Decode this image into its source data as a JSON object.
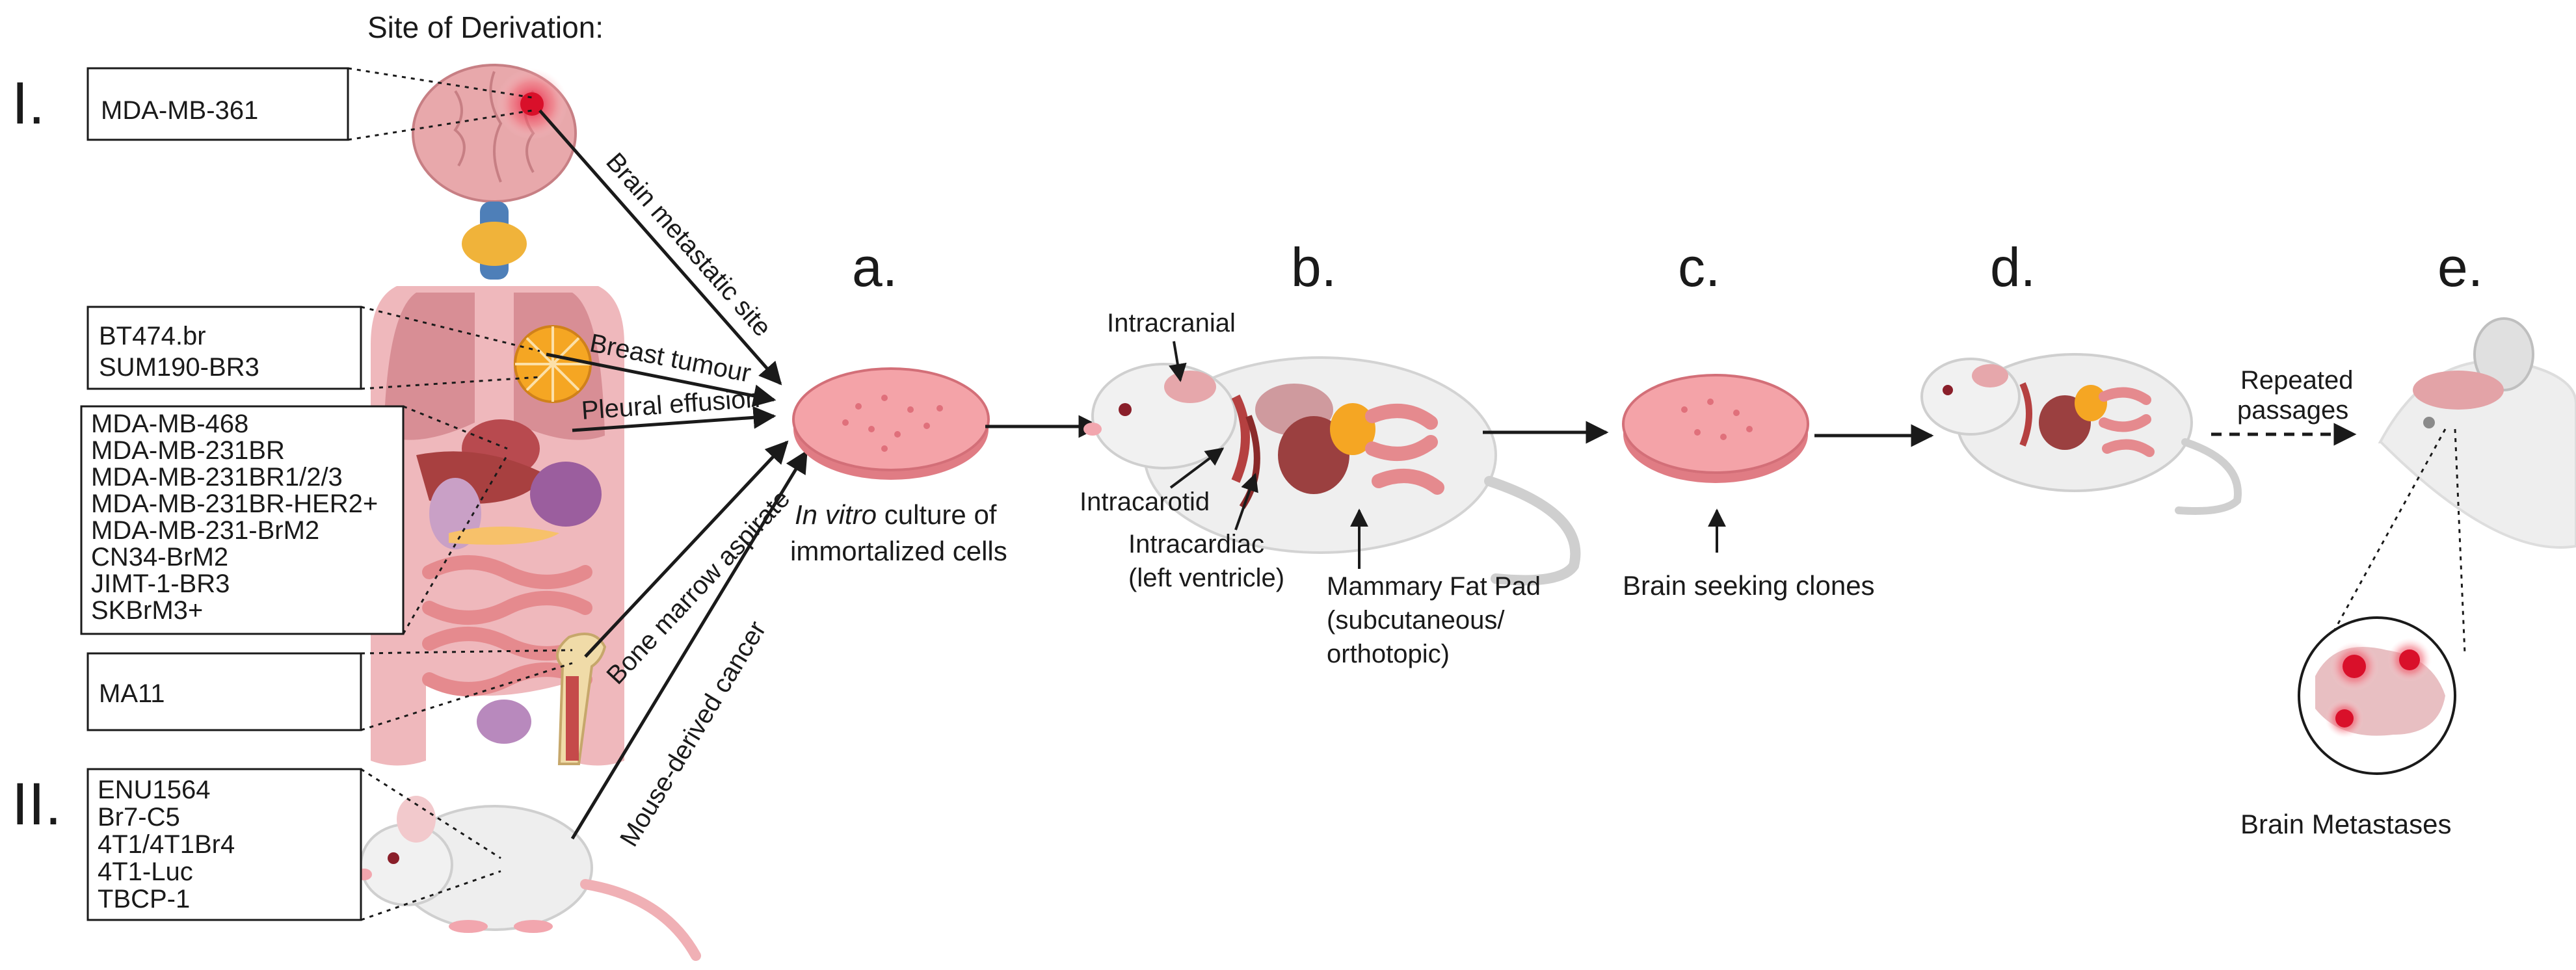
{
  "title": "Site of Derivation:",
  "roman": {
    "one": "I.",
    "two": "II."
  },
  "cell_lines": {
    "brain": [
      "MDA-MB-361"
    ],
    "breast": [
      "BT474.br",
      "SUM190-BR3"
    ],
    "pleural": [
      "MDA-MB-468",
      "MDA-MB-231BR",
      "MDA-MB-231BR1/2/3",
      "MDA-MB-231BR-HER2+",
      "MDA-MB-231-BrM2",
      "CN34-BrM2",
      "JIMT-1-BR3",
      "SKBrM3+"
    ],
    "bone": [
      "MA11"
    ],
    "mouse": [
      "ENU1564",
      "Br7-C5",
      "4T1/4T1Br4",
      "4T1-Luc",
      "TBCP-1"
    ]
  },
  "arrow_labels": {
    "brain": "Brain metastatic site",
    "breast": "Breast tumour",
    "pleural": "Pleural effusion",
    "bone": "Bone marrow aspirate",
    "mouse": "Mouse-derived cancer"
  },
  "steps": {
    "a": {
      "letter": "a.",
      "caption_italic": "In vitro",
      "caption_rest": " culture of",
      "caption_line2": "immortalized cells"
    },
    "b": {
      "letter": "b.",
      "intracranial": "Intracranial",
      "intracarotid": "Intracarotid",
      "intracardiac_1": "Intracardiac",
      "intracardiac_2": "(left ventricle)",
      "fatpad_1": "Mammary Fat Pad",
      "fatpad_2": "(subcutaneous/",
      "fatpad_3": "orthotopic)"
    },
    "c": {
      "letter": "c.",
      "caption": "Brain seeking clones"
    },
    "d": {
      "letter": "d.",
      "repeat_1": "Repeated",
      "repeat_2": "passages"
    },
    "e": {
      "letter": "e.",
      "caption": "Brain Metastases"
    }
  },
  "colors": {
    "dish": "#f4a3a8",
    "dish_rim": "#e07c84",
    "tumor": "#d9102a",
    "organ": "#e8a4a8",
    "mouse": "#eeeeee"
  }
}
